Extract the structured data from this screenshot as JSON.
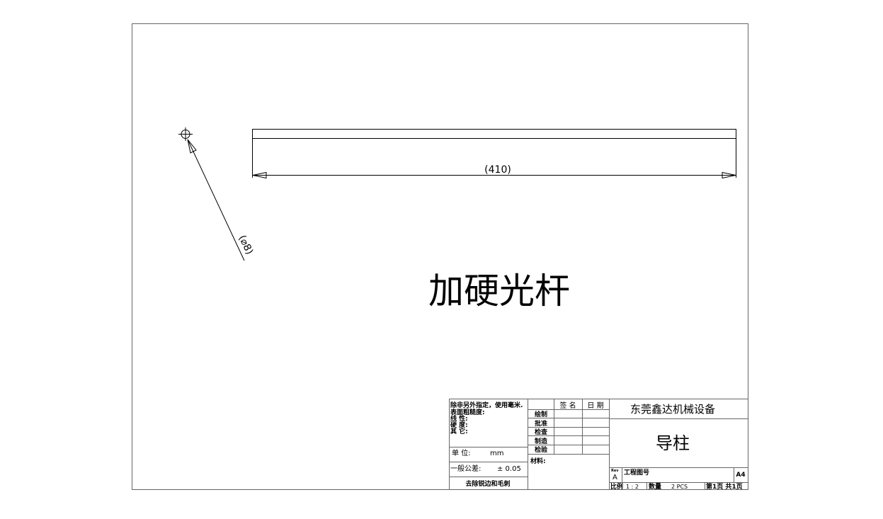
{
  "drawing": {
    "title": "加硬光杆",
    "length_dimension": "(410)",
    "diameter_dimension": "(⌀8)"
  },
  "title_block": {
    "notes": {
      "line1": "除非另外指定，使用毫米.",
      "line2": "表面粗糙度:",
      "line3": "线        性:",
      "line4": "硬        度:",
      "line5": "其        它:"
    },
    "unit_label": "单    位:",
    "unit_value": "mm",
    "tolerance_label": "一般公差:",
    "tolerance_value": "±  0.05",
    "deburr_note": "去除锐边和毛刺",
    "sign_header": "签 名",
    "date_header": "日 期",
    "roles": [
      "绘制",
      "批准",
      "检查",
      "制造",
      "检验"
    ],
    "material_label": "材料:",
    "company": "东莞鑫达机械设备",
    "part_name": "导柱",
    "rev_label": "Rev",
    "rev_value": "A",
    "drawing_no_label": "工程图号",
    "sheet_size": "A4",
    "scale_label": "比例",
    "scale_value": "1 : 2",
    "qty_label": "数量",
    "qty_value": "2    PCS",
    "page_info": "第1页 共1页"
  }
}
